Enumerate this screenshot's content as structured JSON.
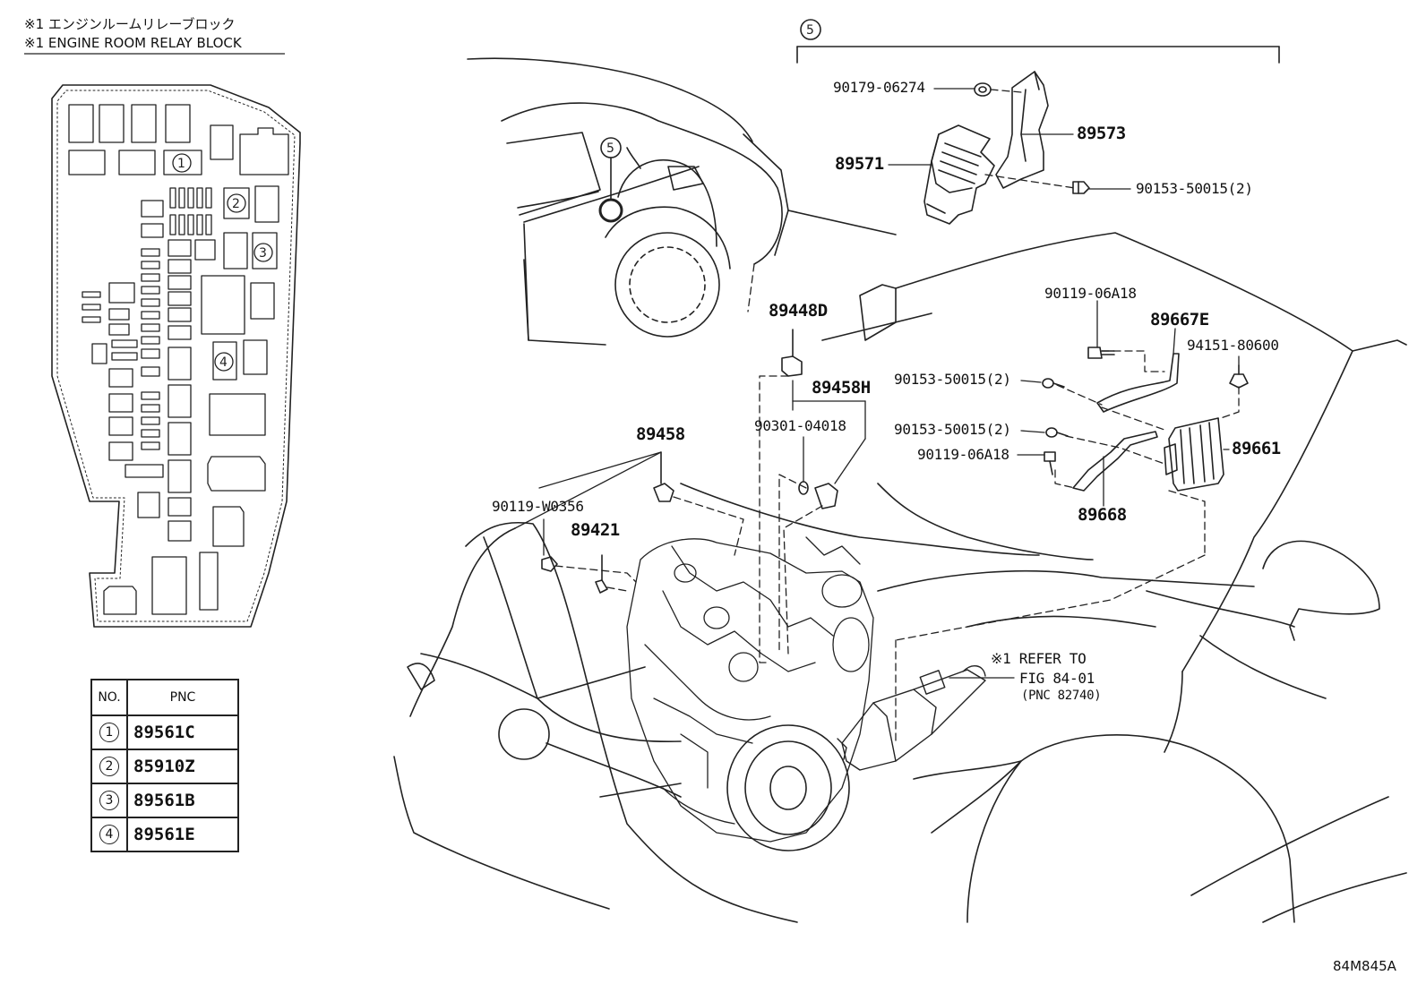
{
  "header": {
    "note_jp": "※1 エンジンルームリレーブロック",
    "note_en": "※1 ENGINE ROOM RELAY BLOCK"
  },
  "relay_block_markers": [
    "1",
    "2",
    "3",
    "4"
  ],
  "pnc_table": {
    "col_no": "NO.",
    "col_pnc": "PNC",
    "rows": [
      {
        "no": "1",
        "pnc": "89561C"
      },
      {
        "no": "2",
        "pnc": "85910Z"
      },
      {
        "no": "3",
        "pnc": "89561B"
      },
      {
        "no": "4",
        "pnc": "89561E"
      }
    ]
  },
  "callout_5": "5",
  "parts": {
    "p90179_06274": "90179-06274",
    "p89573": "89573",
    "p89571": "89571",
    "p90153_50015_top": "90153-50015(2)",
    "p90119_06A18_top": "90119-06A18",
    "p89667E": "89667E",
    "p94151_80600": "94151-80600",
    "p90153_50015_mid": "90153-50015(2)",
    "p90153_50015_low": "90153-50015(2)",
    "p90119_06A18_low": "90119-06A18",
    "p89661": "89661",
    "p89668": "89668",
    "p89448D": "89448D",
    "p89458H": "89458H",
    "p90301_04018": "90301-04018",
    "p89458": "89458",
    "p90119_W0356": "90119-W0356",
    "p89421": "89421"
  },
  "refer": {
    "line1": "※1 REFER TO",
    "line2": "FIG 84-01",
    "line3": "(PNC 82740)"
  },
  "figure_code": "84M845A"
}
